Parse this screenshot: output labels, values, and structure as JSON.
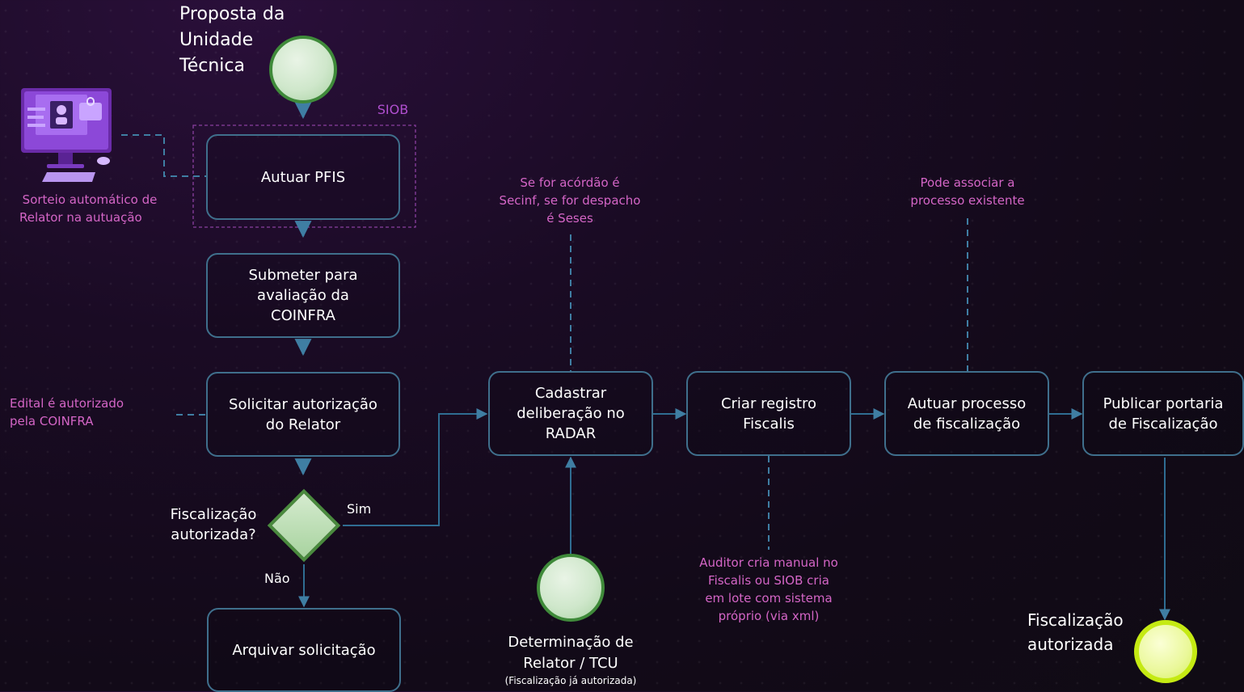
{
  "start_event": {
    "label_lines": [
      "Proposta da",
      "Unidade",
      "Técnica"
    ]
  },
  "siob_label": "SIOB",
  "tasks": {
    "autuar_pfis": "Autuar PFIS",
    "submeter": [
      "Submeter para",
      "avaliação da",
      "COINFRA"
    ],
    "solicitar": [
      "Solicitar autorização",
      "do Relator"
    ],
    "arquivar": "Arquivar solicitação",
    "cadastrar": [
      "Cadastrar",
      "deliberação no",
      "RADAR"
    ],
    "criar": [
      "Criar registro",
      "Fiscalis"
    ],
    "autuar_processo": [
      "Autuar processo",
      "de fiscalização"
    ],
    "publicar": [
      "Publicar portaria",
      "de Fiscalização"
    ]
  },
  "gateway": {
    "label_lines": [
      "Fiscalização",
      "autorizada?"
    ],
    "yes": "Sim",
    "no": "Não"
  },
  "annotations": {
    "sorteio": [
      "Sorteio automático de",
      "Relator na autuação"
    ],
    "edital": [
      "Edital é autorizado",
      "pela COINFRA"
    ],
    "acordao": [
      "Se for acórdão é",
      "Secinf, se for despacho",
      "é Seses"
    ],
    "associar": [
      "Pode associar a",
      "processo existente"
    ],
    "auditor": [
      "Auditor cria manual no",
      "Fiscalis ou SIOB  cria",
      "em lote com sistema",
      "próprio  (via xml)"
    ]
  },
  "determinacao": {
    "label_lines": [
      "Determinação de",
      "Relator / TCU"
    ],
    "note": "(Fiscalização já autorizada)"
  },
  "end_event": {
    "label_lines": [
      "Fiscalização",
      "autorizada"
    ]
  },
  "colors": {
    "task_border": "#3f6f8c",
    "annotation": "#d465c6",
    "siob_border": "#8a3fa0",
    "start": "#3f8a3a",
    "end": "#c5ea13"
  }
}
